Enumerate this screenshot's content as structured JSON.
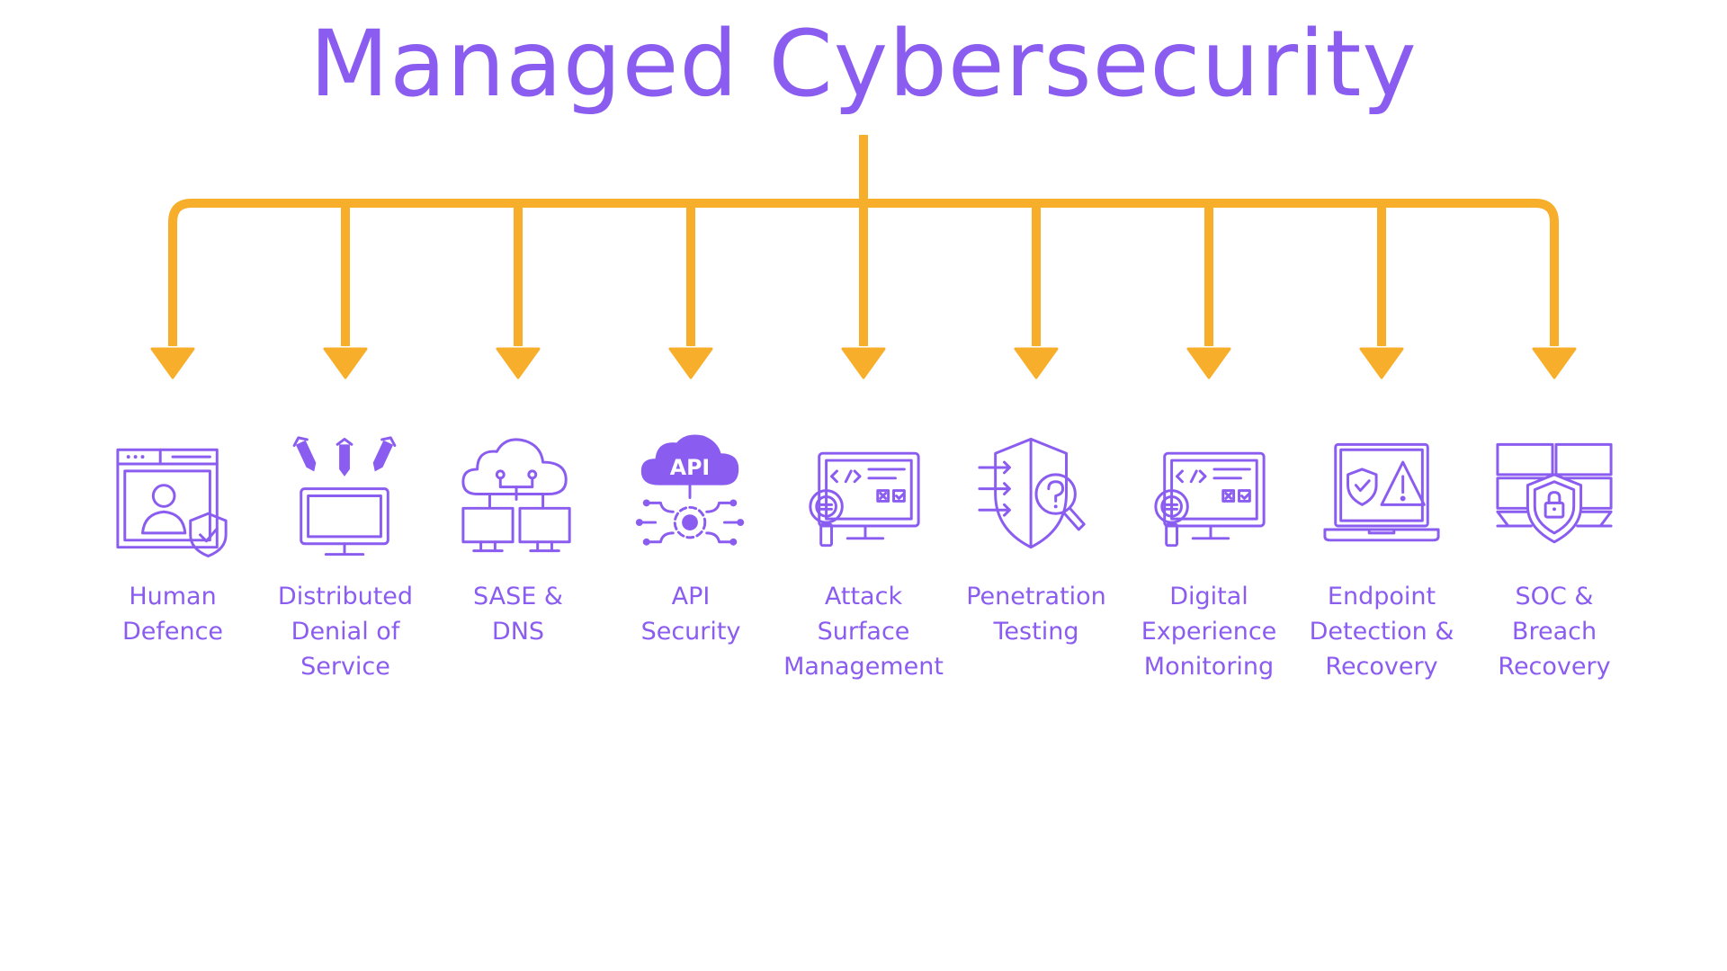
{
  "title": "Managed Cybersecurity",
  "colors": {
    "accent": "#8b5cf0",
    "connector": "#f7ae2b",
    "background": "#ffffff"
  },
  "services": [
    {
      "label": "Human\nDefence",
      "icon": "user-monitor-shield-icon"
    },
    {
      "label": "Distributed\nDenial of\nService",
      "icon": "missiles-monitor-icon"
    },
    {
      "label": "SASE &\nDNS",
      "icon": "cloud-network-icon"
    },
    {
      "label": "API\nSecurity",
      "icon": "api-cloud-gear-icon"
    },
    {
      "label": "Attack\nSurface\nManagement",
      "icon": "code-monitor-magnifier-icon"
    },
    {
      "label": "Penetration\nTesting",
      "icon": "shield-question-magnifier-icon"
    },
    {
      "label": "Digital\nExperience\nMonitoring",
      "icon": "dashboard-monitor-magnifier-icon"
    },
    {
      "label": "Endpoint\nDetection &\nRecovery",
      "icon": "laptop-shield-warning-icon"
    },
    {
      "label": "SOC &\nBreach\nRecovery",
      "icon": "windows-shield-lock-icon"
    }
  ]
}
